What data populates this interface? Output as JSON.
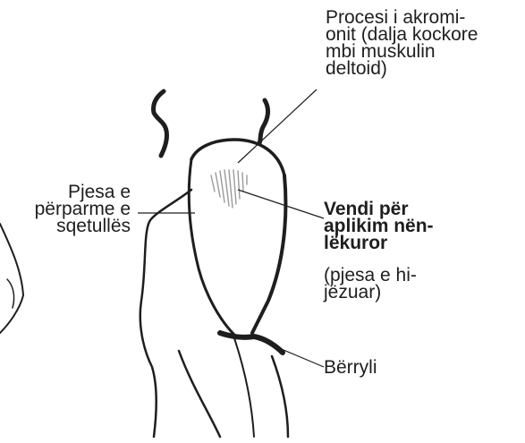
{
  "labels": {
    "acromion": [
      "Procesi i akromi-",
      "onit (dalja kockore",
      "mbi muskulin",
      "deltoid)"
    ],
    "armpit": [
      "Pjesa e",
      "përparme e",
      "sqetullës"
    ],
    "injection_site_title": [
      "Vendi për",
      "aplikim nën-",
      "lëkuror"
    ],
    "injection_site_note": [
      "(pjesa e hi-",
      "jëzuar)"
    ],
    "elbow": [
      "Bërryli"
    ]
  },
  "colors": {
    "ink": "#1e1e1e",
    "hatch": "#9a9a9a",
    "background": "#ffffff"
  }
}
